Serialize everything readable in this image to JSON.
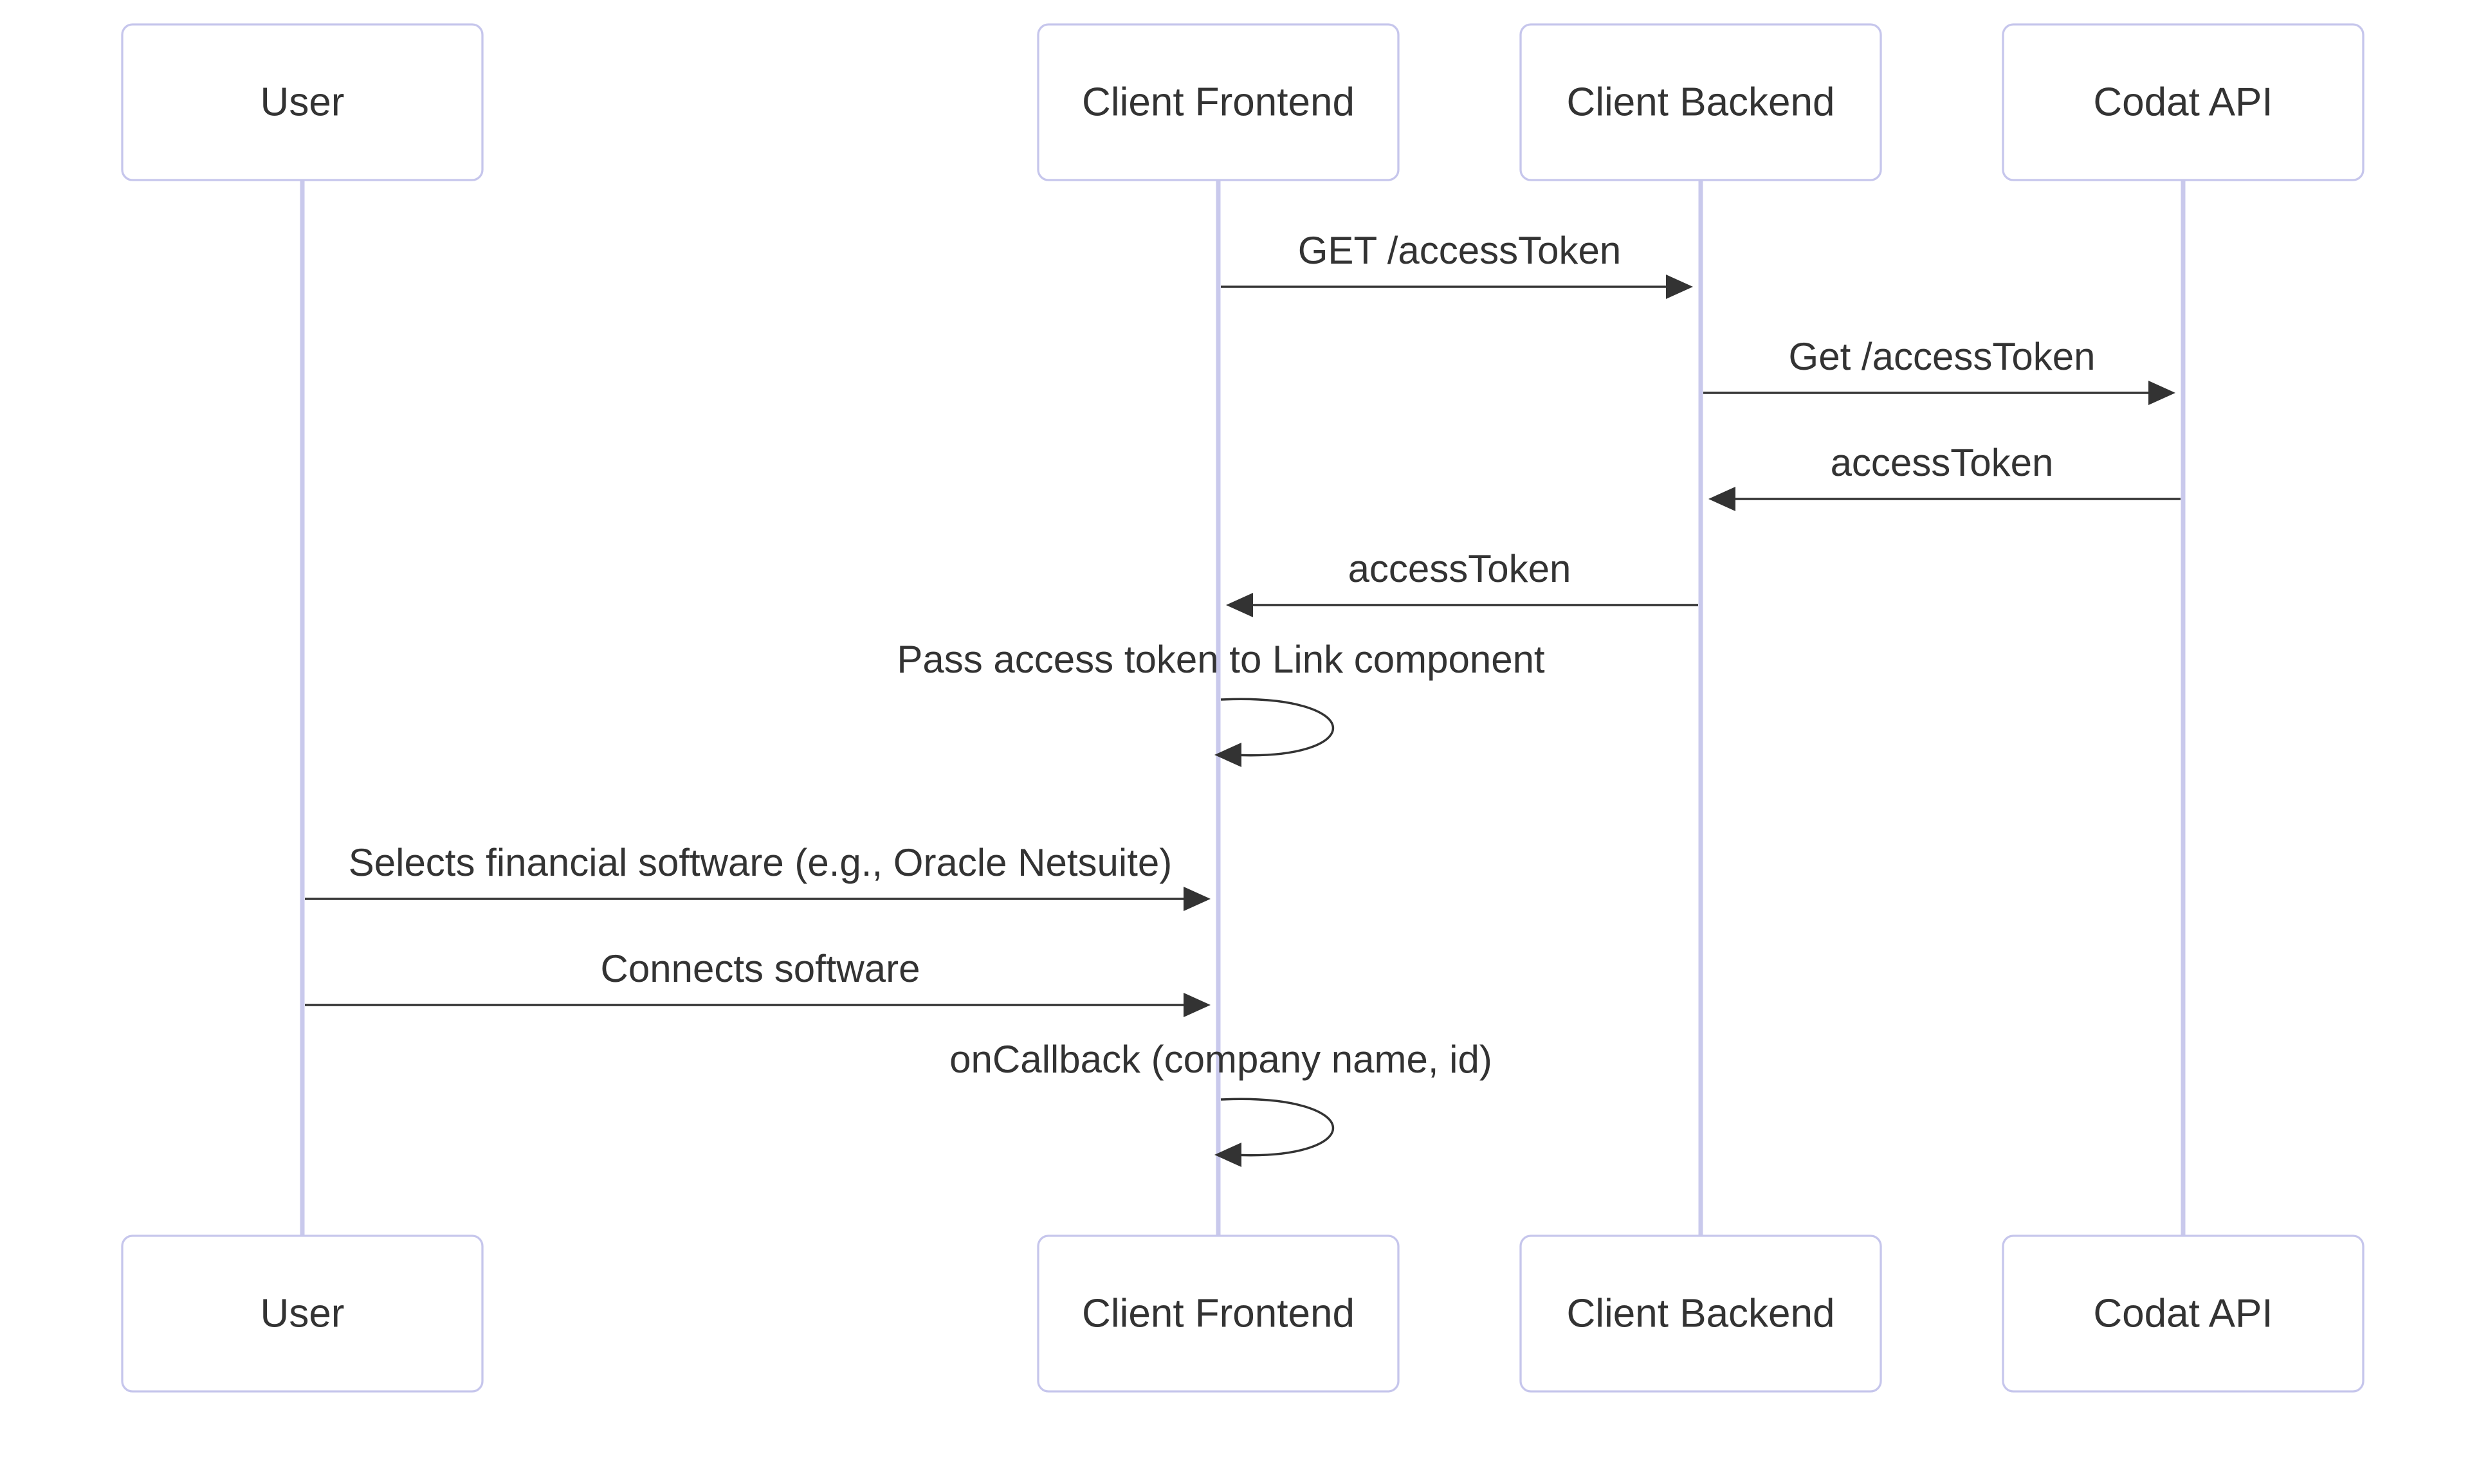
{
  "diagram": {
    "type": "sequence",
    "colors": {
      "actor_border": "#c6c6ec",
      "lifeline": "#c9c9ec",
      "message": "#333333",
      "text": "#333333",
      "background": "#ffffff"
    },
    "actors": [
      {
        "id": "user",
        "label": "User"
      },
      {
        "id": "frontend",
        "label": "Client Frontend"
      },
      {
        "id": "backend",
        "label": "Client Backend"
      },
      {
        "id": "codat",
        "label": "Codat API"
      }
    ],
    "messages": [
      {
        "from": "frontend",
        "to": "backend",
        "label": "GET /accessToken"
      },
      {
        "from": "backend",
        "to": "codat",
        "label": "Get /accessToken"
      },
      {
        "from": "codat",
        "to": "backend",
        "label": "accessToken"
      },
      {
        "from": "backend",
        "to": "frontend",
        "label": "accessToken"
      },
      {
        "from": "frontend",
        "to": "frontend",
        "label": "Pass access token to Link component"
      },
      {
        "from": "user",
        "to": "frontend",
        "label": "Selects financial software (e.g., Oracle Netsuite)"
      },
      {
        "from": "user",
        "to": "frontend",
        "label": "Connects software"
      },
      {
        "from": "frontend",
        "to": "frontend",
        "label": "onCallback (company name, id)"
      }
    ]
  }
}
